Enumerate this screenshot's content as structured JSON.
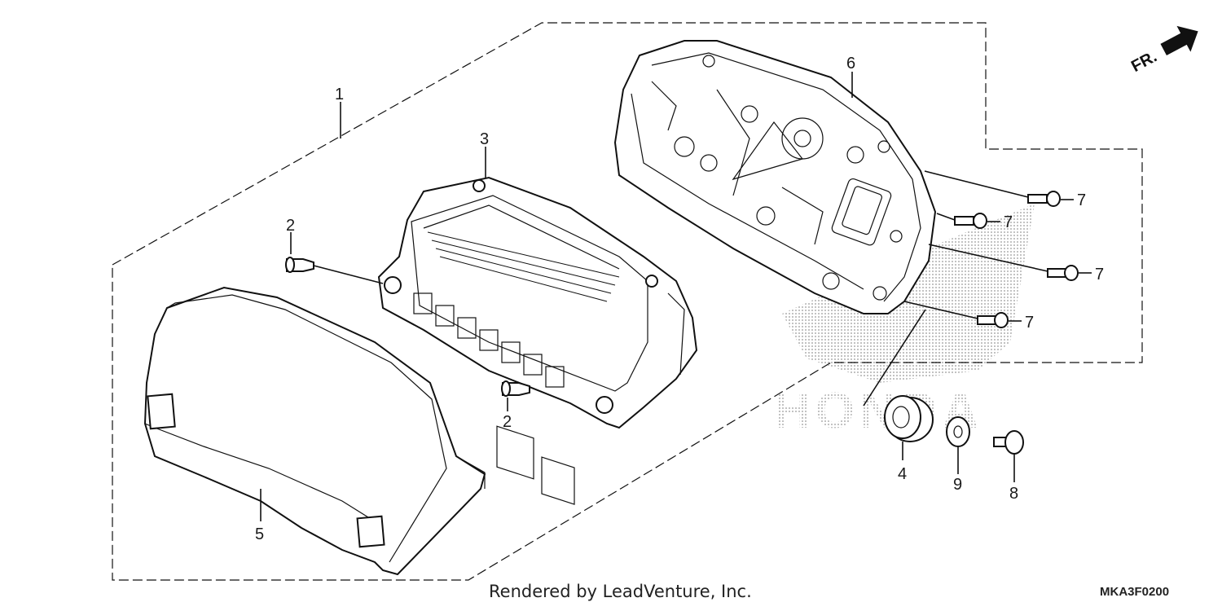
{
  "callouts": {
    "c1": "1",
    "c2a": "2",
    "c2b": "2",
    "c3": "3",
    "c4": "4",
    "c5": "5",
    "c6": "6",
    "c7a": "7",
    "c7b": "7",
    "c7c": "7",
    "c7d": "7",
    "c8": "8",
    "c9": "9"
  },
  "direction_label": "FR.",
  "footer": {
    "credit": "Rendered by LeadVenture, Inc.",
    "diagram_code": "MKA3F0200"
  },
  "colors": {
    "line": "#111111",
    "watermark": "#c8c8c8"
  }
}
